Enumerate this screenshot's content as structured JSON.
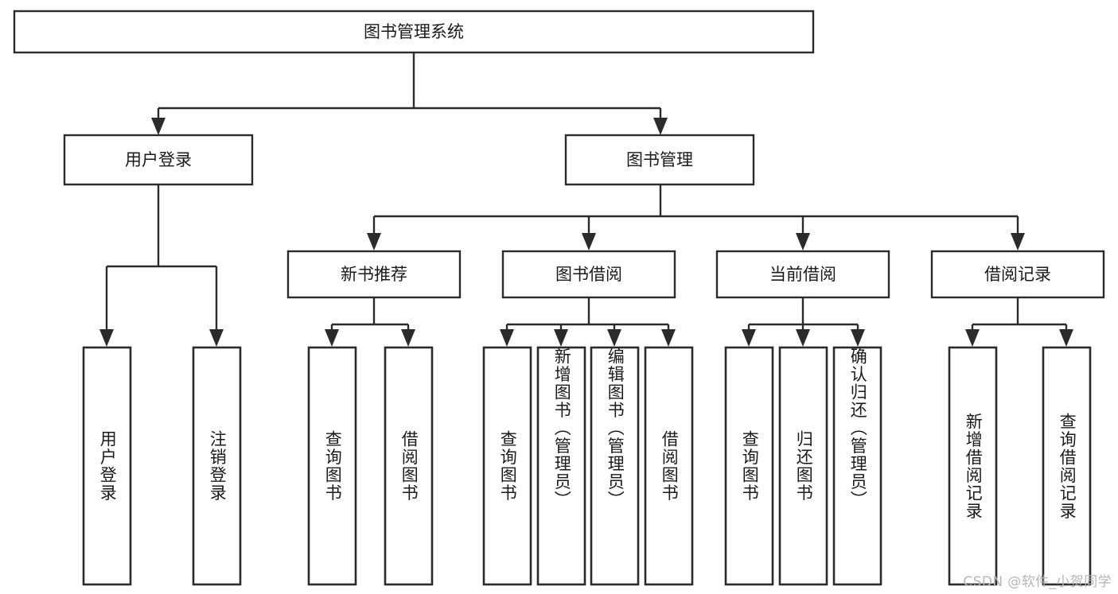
{
  "diagram": {
    "type": "tree",
    "title": "图书管理系统",
    "orientation": "top-down",
    "style": {
      "box_fill": "#ffffff",
      "box_stroke": "#2b2b2b",
      "connector_color": "#2b2b2b",
      "text_color": "#1a1a1a",
      "background": "#ffffff",
      "watermark_color": "#b6b6b6"
    },
    "root": {
      "label": "图书管理系统"
    },
    "level2": [
      {
        "label": "用户登录"
      },
      {
        "label": "图书管理"
      }
    ],
    "level3": [
      {
        "label": "新书推荐"
      },
      {
        "label": "图书借阅"
      },
      {
        "label": "当前借阅"
      },
      {
        "label": "借阅记录"
      }
    ],
    "leaves": {
      "user_login": [
        {
          "label": "用户登录"
        },
        {
          "label": "注销登录"
        }
      ],
      "new_book": [
        {
          "label": "查询图书"
        },
        {
          "label": "借阅图书"
        }
      ],
      "book_borrow": [
        {
          "label": "查询图书"
        },
        {
          "label": "新增图书（管理员）"
        },
        {
          "label": "编辑图书（管理员）"
        },
        {
          "label": "借阅图书"
        }
      ],
      "current_borrow": [
        {
          "label": "查询图书"
        },
        {
          "label": "归还图书"
        },
        {
          "label": "确认归还（管理员）"
        }
      ],
      "borrow_record": [
        {
          "label": "新增借阅记录"
        },
        {
          "label": "查询借阅记录"
        }
      ]
    }
  },
  "watermark": {
    "text": "CSDN @软件_小贺同学"
  }
}
